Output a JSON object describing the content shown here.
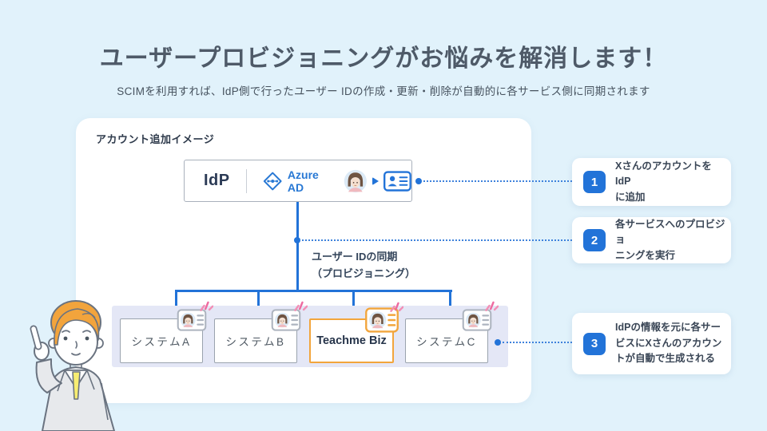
{
  "page": {
    "title": "ユーザープロビジョニングがお悩みを解消します！",
    "subtitle": "SCIMを利用すれば、IdP側で行ったユーザー IDの作成・更新・削除が自動的に各サービス側に同期されます"
  },
  "panel": {
    "label": "アカウント追加イメージ",
    "idp": {
      "name": "IdP",
      "provider": "Azure AD"
    },
    "sync_label": "ユーザー IDの同期\n（プロビジョニング）",
    "systems": [
      {
        "label": "システムA",
        "highlight": false
      },
      {
        "label": "システムB",
        "highlight": false
      },
      {
        "label": "Teachme Biz",
        "highlight": true
      },
      {
        "label": "システムC",
        "highlight": false
      }
    ]
  },
  "callouts": [
    {
      "number": "1",
      "text": "XさんのアカウントをIdP\nに追加"
    },
    {
      "number": "2",
      "text": "各サービスへのプロビジョ\nニングを実行"
    },
    {
      "number": "3",
      "text": "IdPの情報を元に各サー\nビスにXさんのアカウン\nトが自動で生成される"
    }
  ],
  "icons": {
    "azure_ad_logo": "blue diamond with nodes",
    "user_avatar": "woman avatar in circle",
    "arrow_right": "small blue triangle",
    "id_card": "blue id-card with person and lines",
    "account_badge": "id-card badge with woman avatar",
    "sparkle": "three pink emphasis strokes",
    "presenter": "man in gray suit pointing up"
  },
  "colors": {
    "background": "#E1F2FB",
    "accent_blue": "#2273D8",
    "azure_blue": "#2878D4",
    "highlight_orange": "#F2A53C",
    "lavender_band": "#E4E7F6",
    "sparkle_pink": "#F28FB5",
    "title_text": "#4E5A68"
  }
}
